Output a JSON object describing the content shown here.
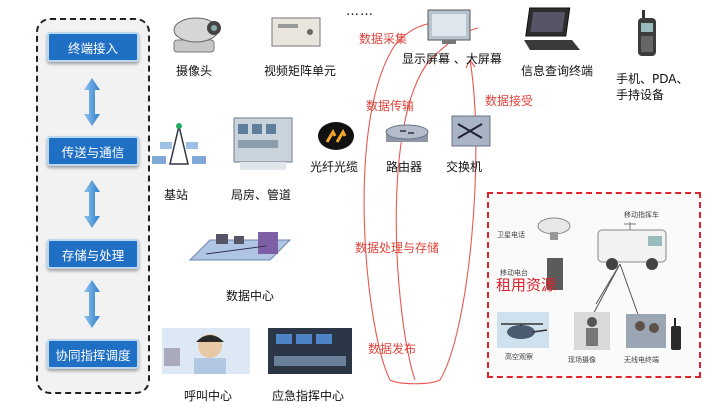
{
  "layers": [
    {
      "label": "终端接入"
    },
    {
      "label": "传送与通信"
    },
    {
      "label": "存储与处理"
    },
    {
      "label": "协同指挥调度"
    }
  ],
  "terminals": {
    "camera": "摄像头",
    "matrix": "视频矩阵单元",
    "ellipsis": "……",
    "display": "显示屏幕 、大屏幕",
    "info_terminal": "信息查询终端",
    "mobile_line1": "手机、PDA、",
    "mobile_line2": "手持设备"
  },
  "transport": {
    "base_station": "基站",
    "bureau": "局房、管道",
    "fiber": "光纤光缆",
    "router": "路由器",
    "switch": "交换机"
  },
  "storage": {
    "data_center": "数据中心"
  },
  "command": {
    "call_center": "呼叫中心",
    "emergency": "应急指挥中心"
  },
  "flows": {
    "collect": "数据采集",
    "transmit": "数据传输",
    "receive": "数据接受",
    "process": "数据处理与存储",
    "publish": "数据发布"
  },
  "rental": {
    "title": "租用资源",
    "items": {
      "satellite": "卫星电话",
      "mobile_command": "移动指挥车",
      "mobile_power": "移动电台",
      "aerial": "高空观察",
      "onsite": "现场摄像",
      "wireless": "无线电终端"
    }
  },
  "colors": {
    "layer_box": "#1f6fc4",
    "flow_line": "#e8584f",
    "rental_border": "#e0222a",
    "arrow": "#3a8fd8"
  }
}
